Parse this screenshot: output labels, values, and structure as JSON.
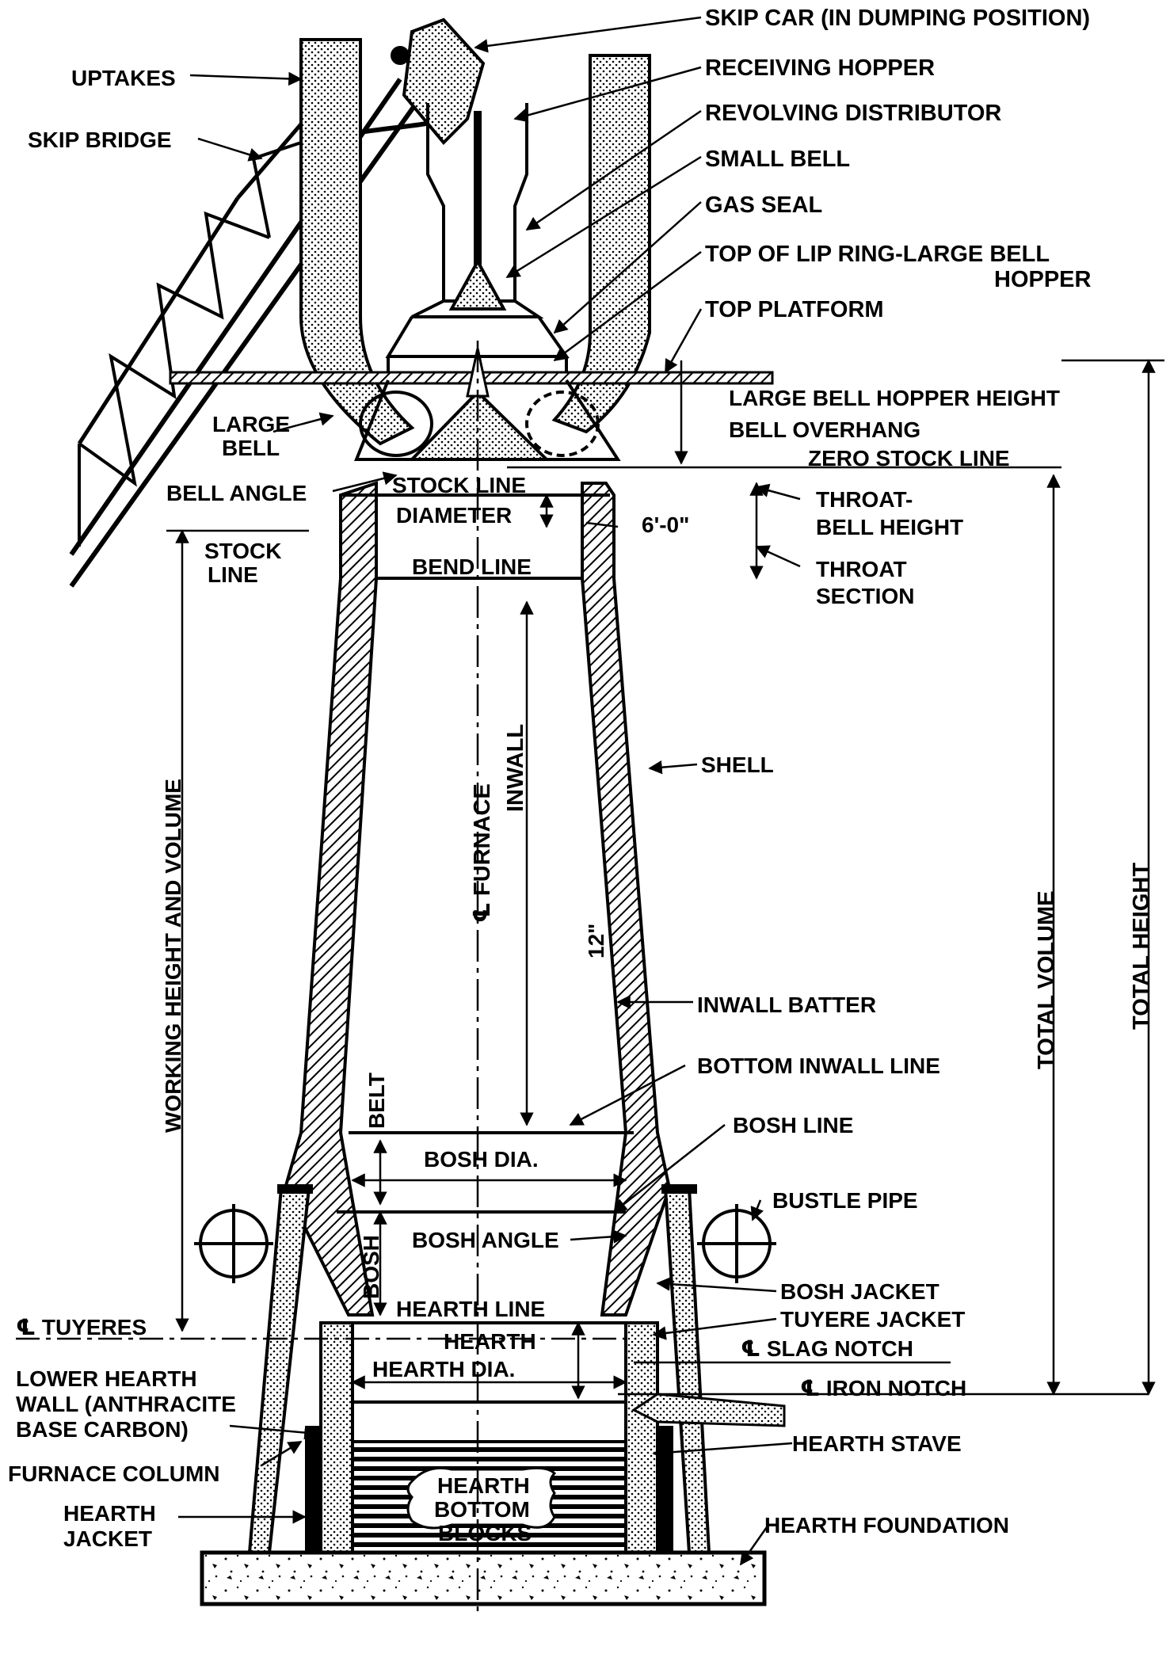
{
  "labels": {
    "skip_car": "SKIP CAR (IN DUMPING POSITION)",
    "receiving_hopper": "RECEIVING HOPPER",
    "revolving_distributor": "REVOLVING DISTRIBUTOR",
    "small_bell": "SMALL BELL",
    "gas_seal": "GAS SEAL",
    "lip_ring_1": "TOP OF LIP RING-LARGE BELL",
    "lip_ring_2": "HOPPER",
    "top_platform": "TOP PLATFORM",
    "uptakes": "UPTAKES",
    "skip_bridge": "SKIP BRIDGE",
    "large_bell_hopper_height": "LARGE BELL HOPPER HEIGHT",
    "large_bell_1": "LARGE",
    "large_bell_2": "BELL",
    "bell_overhang": "BELL OVERHANG",
    "zero_stock_line": "ZERO STOCK LINE",
    "bell_angle": "BELL ANGLE",
    "stock_line_top": "STOCK LINE",
    "diameter": "DIAMETER",
    "six_ft": "6'-0\"",
    "throat_bell_1": "THROAT-",
    "throat_bell_2": "BELL HEIGHT",
    "stock_line_left_1": "STOCK",
    "stock_line_left_2": "LINE",
    "bend_line": "BEND LINE",
    "throat_section_1": "THROAT",
    "throat_section_2": "SECTION",
    "shell": "SHELL",
    "working_height": "WORKING HEIGHT AND VOLUME",
    "c_furnace": "℄ FURNACE",
    "inwall": "INWALL",
    "twelve_in": "12\"",
    "total_volume": "TOTAL  VOLUME",
    "total_height": "TOTAL  HEIGHT",
    "inwall_batter": "INWALL BATTER",
    "bottom_inwall_line": "BOTTOM INWALL LINE",
    "belt": "BELT",
    "bosh_line": "BOSH LINE",
    "bosh_dia": "BOSH DIA.",
    "bustle_pipe": "BUSTLE PIPE",
    "bosh_angle": "BOSH ANGLE",
    "bosh": "BOSH",
    "bosh_jacket": "BOSH JACKET",
    "hearth_line": "HEARTH LINE",
    "tuyere_jacket": "TUYERE JACKET",
    "c_tuyeres": "℄ TUYERES",
    "hearth": "HEARTH",
    "c_slag_notch": "℄ SLAG NOTCH",
    "hearth_dia": "HEARTH DIA.",
    "c_iron_notch": "℄ IRON NOTCH",
    "lower_hearth_1": "LOWER HEARTH",
    "lower_hearth_2": "WALL (ANTHRACITE",
    "lower_hearth_3": "BASE CARBON)",
    "hearth_stave": "HEARTH  STAVE",
    "furnace_column": "FURNACE COLUMN",
    "hearth_jacket_1": "HEARTH",
    "hearth_jacket_2": "JACKET",
    "hearth_bottom_1": "HEARTH",
    "hearth_bottom_2": "BOTTOM",
    "hearth_bottom_3": "BLOCKS",
    "hearth_foundation": "HEARTH  FOUNDATION"
  }
}
